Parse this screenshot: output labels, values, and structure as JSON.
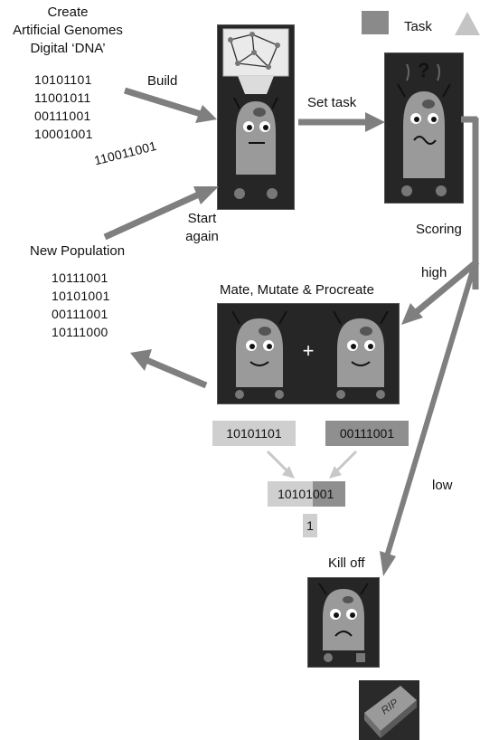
{
  "header": {
    "legend_task_label": "Task"
  },
  "create": {
    "title_line1": "Create",
    "title_line2": "Artificial Genomes",
    "title_line3": "Digital ‘DNA’",
    "genomes": [
      "10101101",
      "11001011",
      "00111001",
      "10001001"
    ],
    "rotated_genome": "110011001"
  },
  "arrows": {
    "build": "Build",
    "set_task": "Set task",
    "scoring": "Scoring",
    "start_again_line1": "Start",
    "start_again_line2": "again",
    "high": "high",
    "low": "low"
  },
  "new_population": {
    "title": "New Population",
    "genomes": [
      "10111001",
      "10101001",
      "00111001",
      "10111000"
    ]
  },
  "mate": {
    "title": "Mate, Mutate & Procreate",
    "plus": "+",
    "parent_a": "10101101",
    "parent_b": "00111001",
    "child_left": "10101",
    "child_right": "001",
    "mutation": "1"
  },
  "kill": {
    "title": "Kill off",
    "tombstone_text": "RIP"
  },
  "colors": {
    "arrow": "#7f7f7f",
    "panel": "#262626",
    "chip_light": "#cfcfcf",
    "chip_dark": "#8f8f8f",
    "robot_body": "#9a9a9a"
  }
}
